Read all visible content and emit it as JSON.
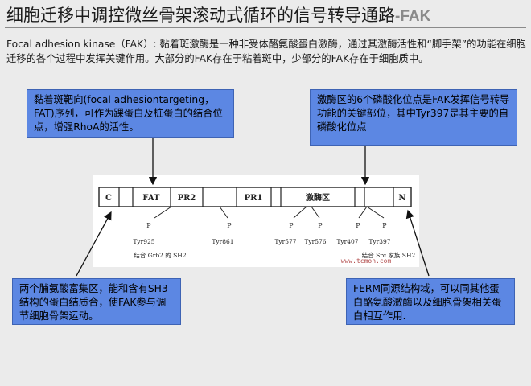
{
  "title": {
    "main": "细胞迁移中调控微丝骨架滚动式循环的信号转导通路",
    "suffix": "-FAK"
  },
  "intro": "Focal adhesion kinase（FAK）: 黏着斑激酶是一种非受体酪氨酸蛋白激酶，通过其激酶活性和“脚手架”的功能在细胞迁移的各个过程中发挥关键作用。大部分的FAK存在于粘着斑中，少部分的FAK存在于细胞质中。",
  "callouts": {
    "top_left": "黏着斑靶向(focal adhesiontargeting，FAT)序列，可作为踝蛋白及桩蛋白的结合位点，增强RhoA的活性。",
    "top_right": "激酶区的6个磷酸化位点是FAK发挥信号转导功能的关键部位，其中Tyr397是其主要的自磷酸化位点",
    "bottom_left": "两个脯氨酸富集区，能和含有SH3结构的蛋白结质合，使FAK参与调节细胞骨架运动。",
    "bottom_right": "FERM同源结构域，可以同其他蛋白酪氨酸激酶以及细胞骨架相关蛋白相互作用."
  },
  "figure": {
    "segments": [
      "C",
      "FAT",
      "PR2",
      "PR1",
      "激酶区",
      "N"
    ],
    "phospho_label": "P",
    "sites": [
      "Tyr925",
      "Tyr861",
      "Tyr577",
      "Tyr576",
      "Tyr407",
      "Tyr397"
    ],
    "note_left": "结合 Grb2 的 SH2",
    "note_right": "结合 Src 家族 SH2",
    "watermark": "www.tcmon.com"
  }
}
